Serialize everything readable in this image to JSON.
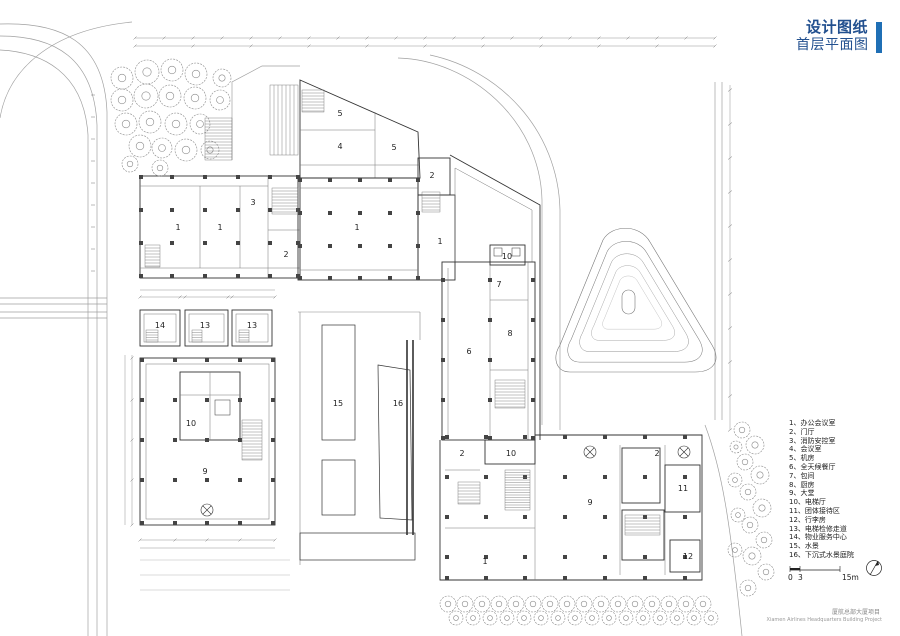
{
  "title": {
    "line1": "设计图纸",
    "line2": "首层平面图"
  },
  "colors": {
    "accent": "#1f6fb5",
    "title": "#22508f",
    "walls": "#333333",
    "lines": "#9a9a9a"
  },
  "plan": {
    "rooms": [
      "5",
      "4",
      "5",
      "2",
      "3",
      "1",
      "1",
      "1",
      "1",
      "2",
      "10",
      "7",
      "8",
      "6",
      "14",
      "13",
      "13",
      "15",
      "16",
      "10",
      "9",
      "2",
      "10",
      "9",
      "2",
      "11",
      "12",
      "1"
    ]
  },
  "legend": [
    "1、办公会议室",
    "2、门厅",
    "3、消防安控室",
    "4、会议室",
    "5、机房",
    "6、全天候餐厅",
    "7、包间",
    "8、厨房",
    "9、大堂",
    "10、电梯厅",
    "11、团体接待区",
    "12、行李房",
    "13、电梯检修走道",
    "14、物业服务中心",
    "15、水景",
    "16、下沉式水景庭院"
  ],
  "scale_bar": {
    "labels": [
      "0",
      "3",
      "15m"
    ]
  },
  "footer": {
    "cn": "厦航总部大厦项目",
    "en": "Xiamen Airlines Headquarters Building Project"
  }
}
